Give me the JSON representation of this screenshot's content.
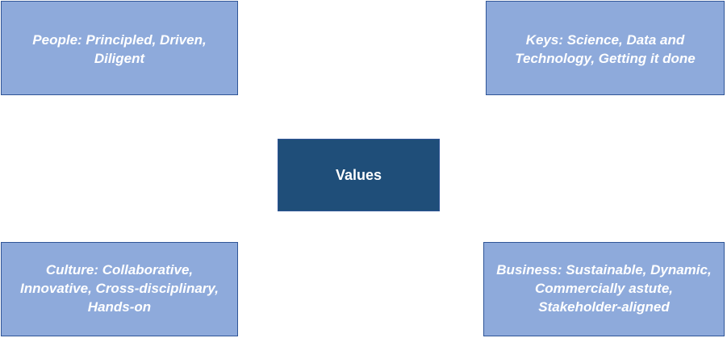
{
  "diagram": {
    "center": {
      "label": "Values"
    },
    "nodes": [
      {
        "id": "people",
        "label": "People: Principled, Driven,\nDiligent"
      },
      {
        "id": "keys",
        "label": "Keys: Science, Data and\nTechnology, Getting it done"
      },
      {
        "id": "culture",
        "label": "Culture: Collaborative,\nInnovative, Cross-disciplinary,\nHands-on"
      },
      {
        "id": "business",
        "label": "Business: Sustainable, Dynamic,\nCommercially astute,\nStakeholder-aligned"
      }
    ]
  },
  "colors": {
    "outer_fill": "#8eaadb",
    "outer_border": "#2f5597",
    "center_fill": "#1f4e79",
    "text": "#ffffff"
  }
}
